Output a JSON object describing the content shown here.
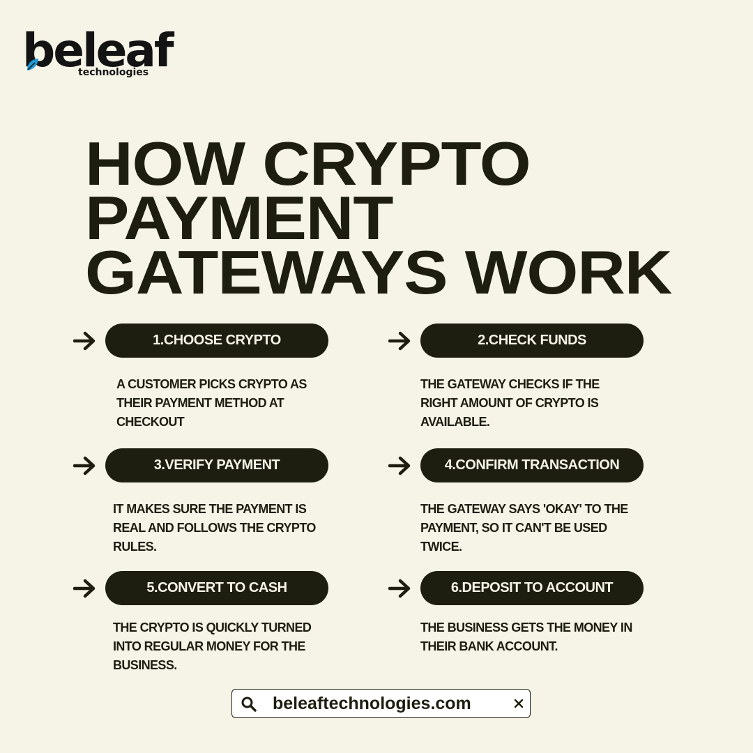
{
  "brand": {
    "name": "beleaf",
    "tagline": "technologies",
    "accent": "#1e9ad6",
    "dark": "#1d1d10",
    "background": "#f6f3e7"
  },
  "title_lines": [
    "HOW CRYPTO",
    "PAYMENT",
    "GATEWAYS WORK"
  ],
  "steps": [
    {
      "label": "1.CHOOSE CRYPTO",
      "description": "A CUSTOMER PICKS CRYPTO AS THEIR PAYMENT METHOD AT CHECKOUT"
    },
    {
      "label": "2.CHECK FUNDS",
      "description": "THE GATEWAY CHECKS IF THE RIGHT AMOUNT OF CRYPTO IS AVAILABLE."
    },
    {
      "label": "3.VERIFY PAYMENT",
      "description": "IT MAKES SURE THE PAYMENT IS REAL AND FOLLOWS THE CRYPTO RULES."
    },
    {
      "label": "4.CONFIRM TRANSACTION",
      "description": "THE GATEWAY SAYS 'OKAY' TO THE PAYMENT, SO IT CAN'T BE USED TWICE."
    },
    {
      "label": "5.CONVERT TO CASH",
      "description": "THE CRYPTO IS QUICKLY TURNED INTO REGULAR MONEY FOR THE BUSINESS."
    },
    {
      "label": "6.DEPOSIT TO ACCOUNT",
      "description": "THE BUSINESS GETS THE MONEY IN THEIR BANK ACCOUNT."
    }
  ],
  "search": {
    "value": "beleaftechnologies.com",
    "icon": "search-icon",
    "clear_icon": "close-icon"
  }
}
